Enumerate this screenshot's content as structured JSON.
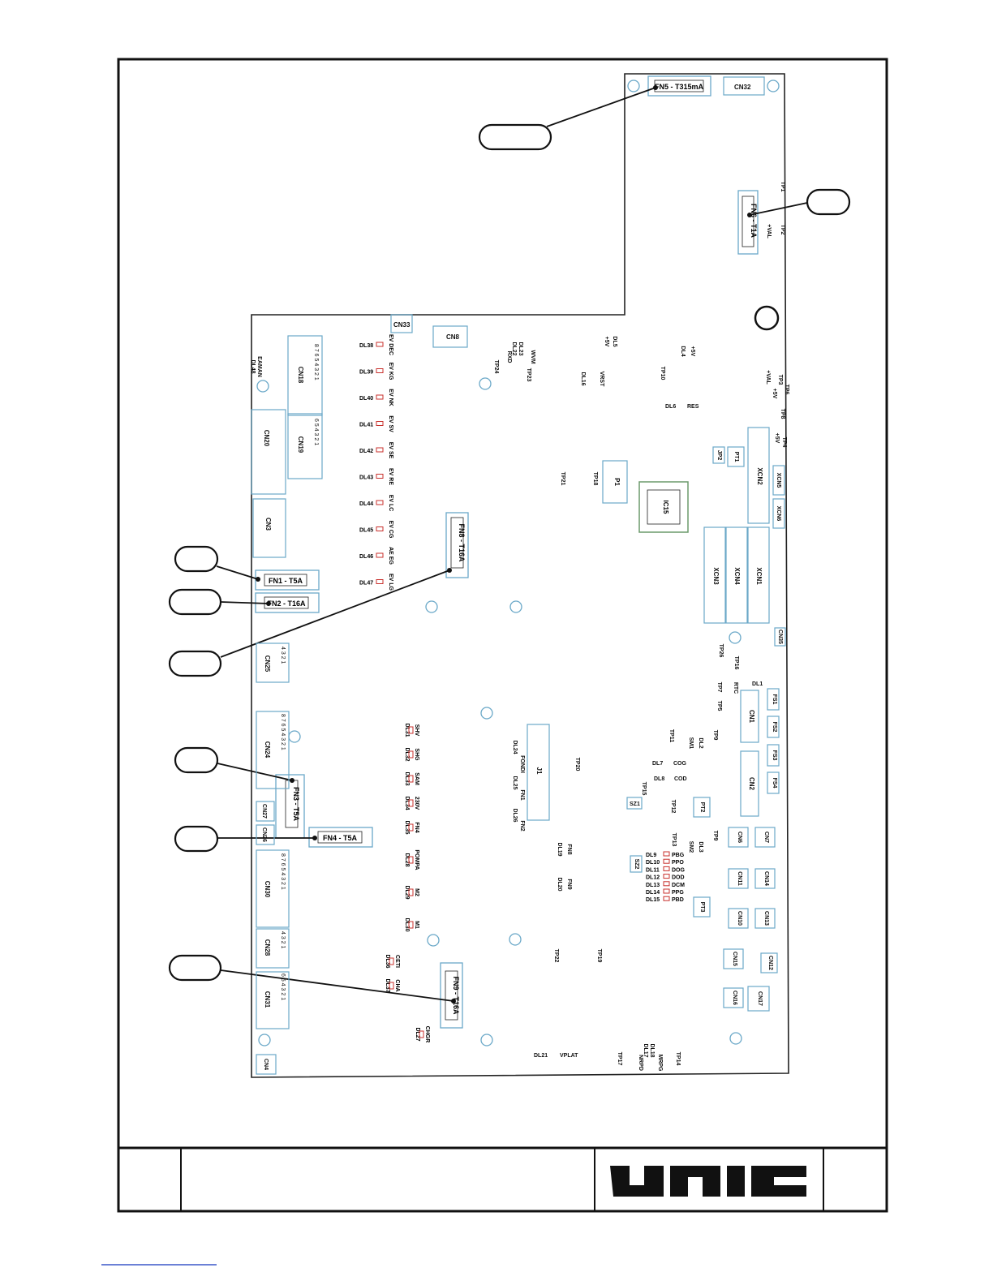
{
  "fuses": {
    "fn5": "FN5 - T315mA",
    "fn6": "FN6 - T1A",
    "fn8": "FN8 - T16A",
    "fn1": "FN1 - T5A",
    "fn2": "FN2 - T16A",
    "fn3": "FN3 - T5A",
    "fn4": "FN4 - T5A",
    "fn9": "FN9 - T16A"
  },
  "connectors": {
    "cn32": "CN32",
    "cn33": "CN33",
    "cn8": "CN8",
    "cn18": "CN18",
    "cn19": "CN19",
    "cn20": "CN20",
    "cn3": "CN3",
    "cn25": "CN25",
    "cn24": "CN24",
    "cn27": "CN27",
    "cn26": "CN26",
    "cn30": "CN30",
    "cn28": "CN28",
    "cn31": "CN31",
    "cn4": "CN4",
    "xcn2": "XCN2",
    "xcn5": "XCN5",
    "xcn6": "XCN6",
    "xcn3": "XCN3",
    "xcn4": "XCN4",
    "xcn1": "XCN1",
    "cn35": "CN35",
    "cn1": "CN1",
    "cn2": "CN2",
    "cn6": "CN6",
    "cn7": "CN7",
    "cn11": "CN11",
    "cn14": "CN14",
    "cn10": "CN10",
    "cn13": "CN13",
    "cn15": "CN15",
    "cn12": "CN12",
    "cn16": "CN16",
    "cn17": "CN17",
    "j1": "J1",
    "p1": "P1"
  },
  "chips": {
    "ic15": "IC15",
    "pt1": "PT1",
    "pt2": "PT2",
    "pt3": "PT3",
    "jp2": "JP2",
    "sz1": "SZ1",
    "sz2": "SZ2"
  },
  "led_column_left": [
    {
      "id": "DL38",
      "signal": "EV DEC"
    },
    {
      "id": "DL39",
      "signal": "EV KG"
    },
    {
      "id": "DL40",
      "signal": "EV NK"
    },
    {
      "id": "DL41",
      "signal": "EV SV"
    },
    {
      "id": "DL42",
      "signal": "EV SE"
    },
    {
      "id": "DL43",
      "signal": "EV RE"
    },
    {
      "id": "DL44",
      "signal": "EV LC"
    },
    {
      "id": "DL45",
      "signal": "EV CG"
    },
    {
      "id": "DL46",
      "signal": "AE EG"
    },
    {
      "id": "DL47",
      "signal": "EV LG"
    }
  ],
  "led_row_lower": [
    {
      "id": "DL31",
      "signal": "SHV"
    },
    {
      "id": "DL32",
      "signal": "SHG"
    },
    {
      "id": "DL33",
      "signal": "SAM"
    },
    {
      "id": "DL34",
      "signal": "230V"
    },
    {
      "id": "DL35",
      "signal": "FN4"
    },
    {
      "id": "DL28",
      "signal": "POMPA"
    },
    {
      "id": "DL29",
      "signal": "M2"
    },
    {
      "id": "DL30",
      "signal": "M1"
    },
    {
      "id": "DL36",
      "signal": "CETI"
    },
    {
      "id": "DL37",
      "signal": "CHA"
    },
    {
      "id": "DL27",
      "signal": "CHGR"
    }
  ],
  "leds_right": [
    {
      "id": "DL9",
      "signal": "PBG"
    },
    {
      "id": "DL10",
      "signal": "PPO"
    },
    {
      "id": "DL11",
      "signal": "DOG"
    },
    {
      "id": "DL12",
      "signal": "DOD"
    },
    {
      "id": "DL13",
      "signal": "DCM"
    },
    {
      "id": "DL14",
      "signal": "PPG"
    },
    {
      "id": "DL15",
      "signal": "PBD"
    }
  ],
  "misc_labels": {
    "dl48": "DL48",
    "eaman": "EAMAN",
    "dl22": "DL22",
    "dl23": "DL23",
    "wvm": "WVM",
    "rxd": "RXD",
    "tp24": "TP24",
    "tp23": "TP23",
    "dl5": "DL5",
    "plus5v_a": "+5V",
    "dl16": "DL16",
    "vrst": "VRST",
    "tp10": "TP10",
    "dl4": "DL4",
    "plus5v_b": "+5V",
    "dl6": "DL6",
    "res": "RES",
    "tp3": "TP3",
    "tp6": "TP6",
    "plus_val_a": "+VAL",
    "plus_5v_c": "+5V",
    "tp8": "TP8",
    "tp4": "TP4",
    "plus5v_d": "+5V",
    "tp21": "TP21",
    "tp18": "TP18",
    "dl1": "DL1",
    "rtc": "RTC",
    "tp7": "TP7",
    "tp5": "TP5",
    "tp16": "TP16",
    "tp26": "TP26",
    "fs1": "FS1",
    "fs2": "FS2",
    "fs3": "FS3",
    "fs4": "FS4",
    "tp11": "TP11",
    "tp9": "TP9",
    "dl2": "DL2",
    "sm1": "SM1",
    "dl7": "DL7",
    "cog": "COG",
    "dl8": "DL8",
    "cod": "COD",
    "tp15": "TP15",
    "tp12": "TP12",
    "tp13": "TP13",
    "tp9b": "TP9",
    "dl3": "DL3",
    "sm2": "SM2",
    "dl24": "DL24",
    "fondi": "FONDI",
    "dl25": "DL25",
    "fn1l": "FN1",
    "dl26": "DL26",
    "fn2l": "FN2",
    "tp20": "TP20",
    "dl19": "DL19",
    "fn8l": "FN8",
    "dl20": "DL20",
    "fn9l": "FN9",
    "tp22": "TP22",
    "tp19": "TP19",
    "dl21": "DL21",
    "vplat": "VPLAT",
    "dl17": "DL17",
    "dl18": "DL18",
    "nrpd": "NRPD",
    "mrpg": "MRPG",
    "tp14": "TP14",
    "tp17": "TP17",
    "tp1": "TP1",
    "tp2": "TP2",
    "plus_val_b": "+VAL"
  },
  "title_block": {
    "logo": "UNIC"
  },
  "colors": {
    "ink": "#111111",
    "component_outline": "#6aa8c8",
    "led": "#c8302c",
    "board": "#222222",
    "chip": "#6b9a6b"
  }
}
